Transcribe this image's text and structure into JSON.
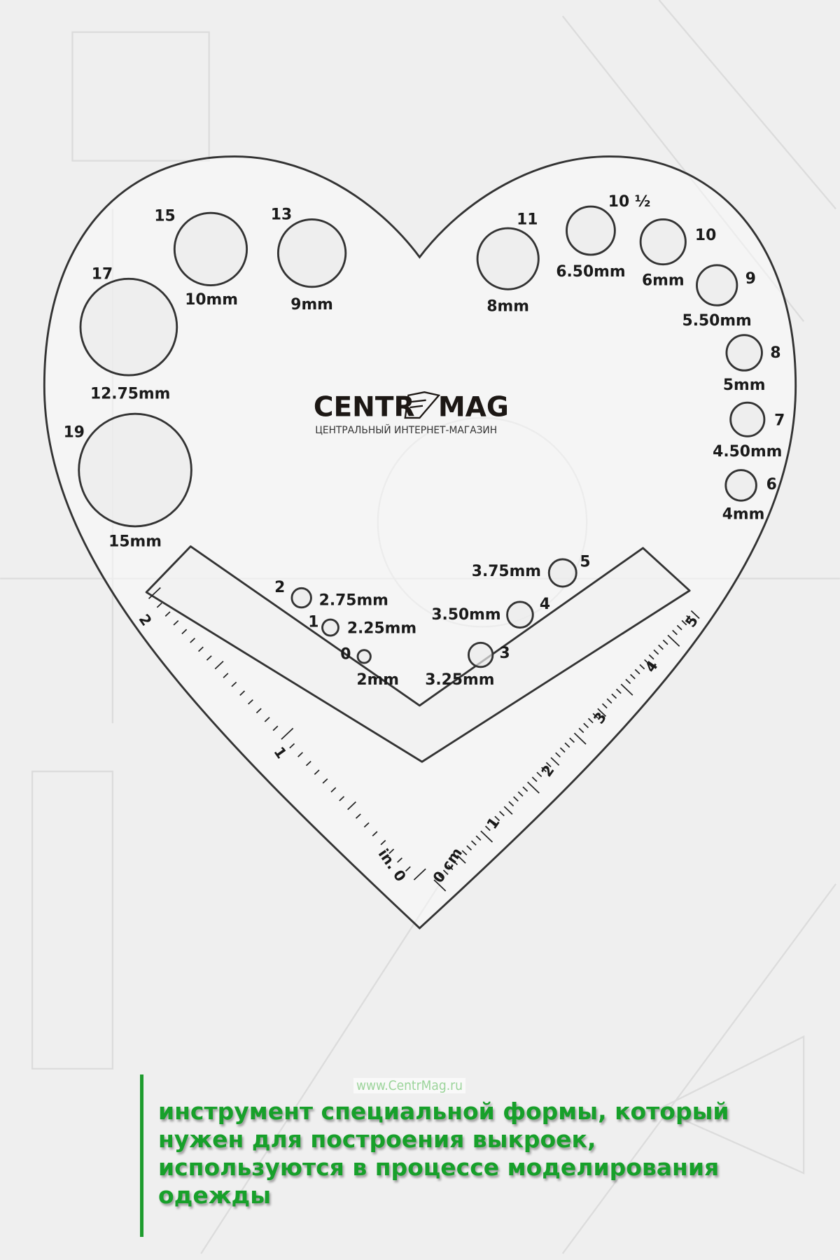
{
  "brand": {
    "name_left": "CENTR",
    "name_right": "MAG",
    "tagline": "ЦЕНТРАЛЬНЫЙ ИНТЕРНЕТ-МАГАЗИН",
    "url": "www.CentrMag.ru"
  },
  "holes": [
    {
      "size": "15",
      "mm": "10mm"
    },
    {
      "size": "13",
      "mm": "9mm"
    },
    {
      "size": "17",
      "mm": "12.75mm"
    },
    {
      "size": "19",
      "mm": "15mm"
    },
    {
      "size": "11",
      "mm": "8mm"
    },
    {
      "size": "10 ½",
      "mm": "6.50mm"
    },
    {
      "size": "10",
      "mm": "6mm"
    },
    {
      "size": "9",
      "mm": "5.50mm"
    },
    {
      "size": "8",
      "mm": "5mm"
    },
    {
      "size": "7",
      "mm": "4.50mm"
    },
    {
      "size": "6",
      "mm": "4mm"
    },
    {
      "size": "5",
      "mm": "3.75mm"
    },
    {
      "size": "4",
      "mm": "3.50mm"
    },
    {
      "size": "3",
      "mm": "3.25mm"
    },
    {
      "size": "2",
      "mm": "2.75mm"
    },
    {
      "size": "1",
      "mm": "2.25mm"
    },
    {
      "size": "0",
      "mm": "2mm"
    }
  ],
  "ruler_in": {
    "labels": [
      "2",
      "1",
      "in. 0"
    ]
  },
  "ruler_cm": {
    "labels": [
      "0 cm",
      "1",
      "2",
      "3",
      "4",
      "5"
    ]
  },
  "caption": {
    "lines": [
      "инструмент специальной формы, который",
      "нужен для построения выкроек,",
      "используются в процессе моделирования",
      "одежды"
    ]
  },
  "colors": {
    "accent": "#17a02a",
    "outline": "#333333"
  }
}
